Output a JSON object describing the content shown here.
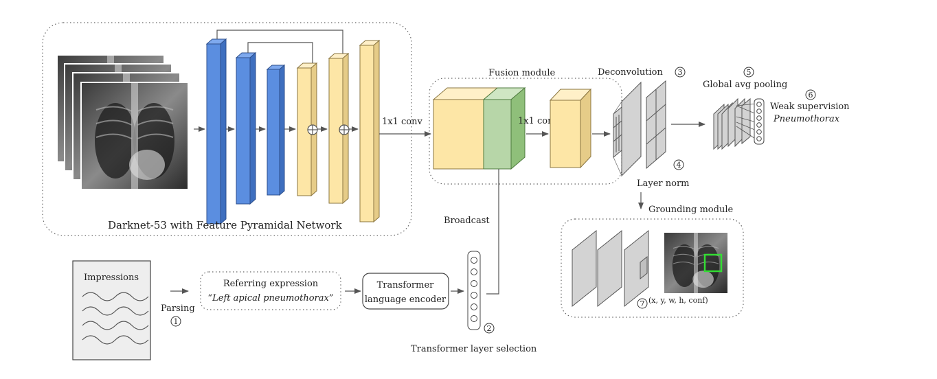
{
  "labels": {
    "darknet": "Darknet-53 with Feature Pyramidal Network",
    "conv1": "1x1 conv",
    "conv2": "1x1 conv",
    "fusion": "Fusion module",
    "deconv": "Deconvolution",
    "gap": "Global avg pooling",
    "weak": "Weak supervision",
    "weak_class": "Pneumothorax",
    "layer_norm": "Layer norm",
    "grounding": "Grounding module",
    "bbox": "(x, y, w, h, conf)",
    "broadcast": "Broadcast",
    "impressions": "Impressions",
    "parsing": "Parsing",
    "referring": "Referring expression",
    "referring_text": "“Left apical pneumothorax”",
    "encoder_line1": "Transformer",
    "encoder_line2": "language encoder",
    "layer_select": "Transformer layer selection"
  },
  "steps": [
    "1",
    "2",
    "3",
    "4",
    "5",
    "6",
    "7"
  ],
  "colors": {
    "blue": "#5b8ee0",
    "yellow": "#fde6a6",
    "green": "#b7d6a8",
    "gray": "#d3d3d3",
    "highlight": "#33dd33"
  }
}
